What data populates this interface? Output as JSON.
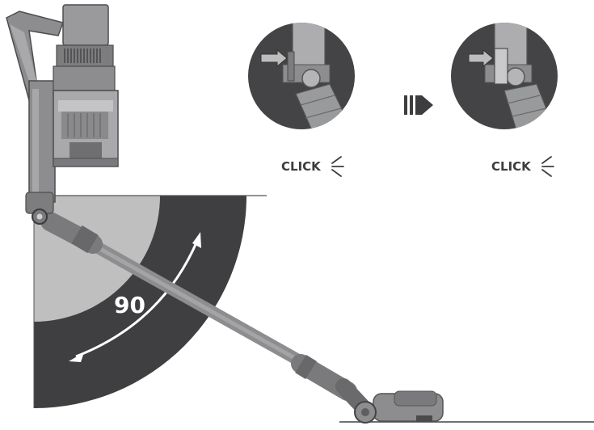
{
  "angle_label": "90",
  "click_label_1": "CLICK",
  "click_label_2": "CLICK",
  "colors": {
    "dark_sector": "#3f3e40",
    "light_sector": "#bfbfbf",
    "device_body": "#8d8d8f",
    "device_dark": "#5e5e60",
    "device_light": "#b3b3b5",
    "arrow_fill": "#bdbdbd",
    "text": "#3d3d3f"
  },
  "icons": [
    "click-sound-lines-icon",
    "step-arrow-icon",
    "push-arrow-icon",
    "rotation-arrow-icon"
  ]
}
